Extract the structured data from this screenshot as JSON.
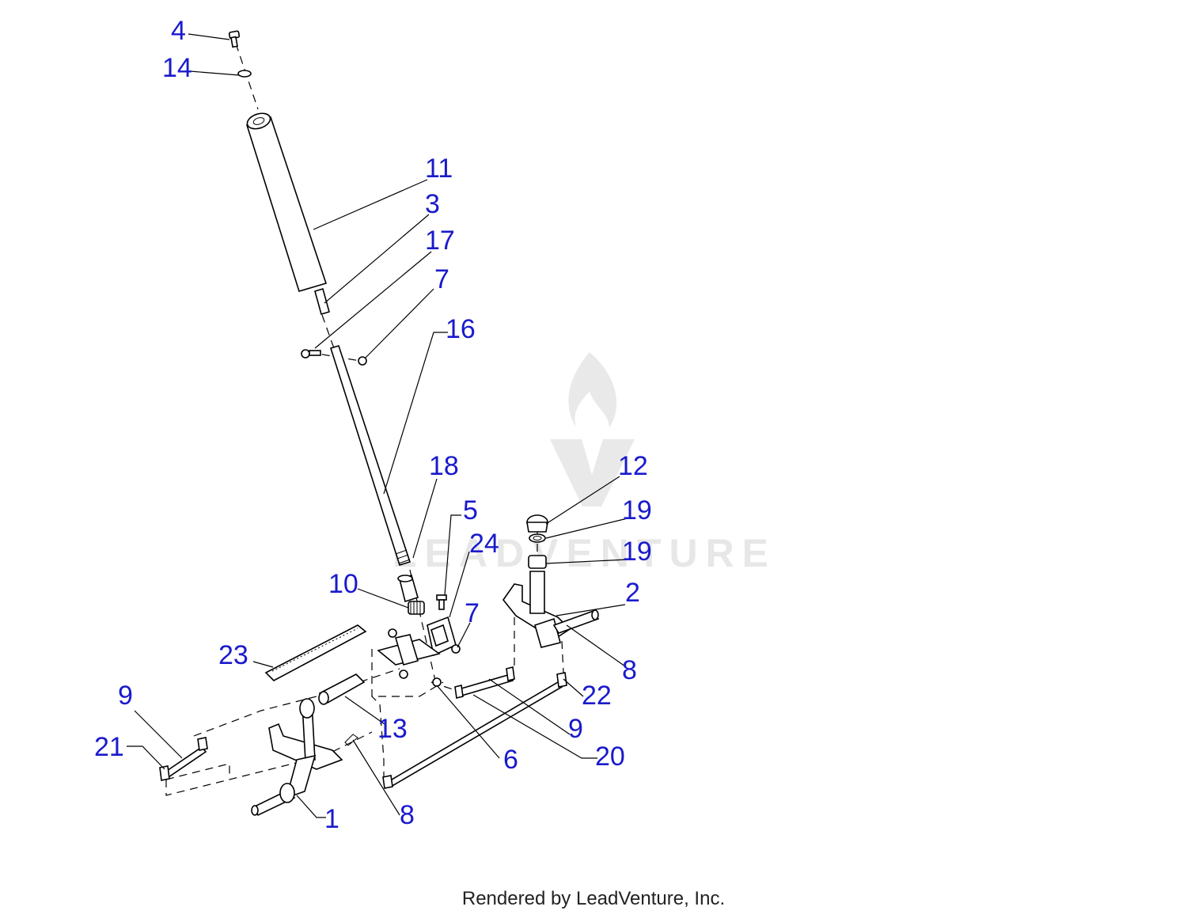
{
  "watermark": {
    "text": "LEADVENTURE",
    "logo_icon": "flame-v-logo-icon"
  },
  "callouts": [
    {
      "id": "c4",
      "label": "4"
    },
    {
      "id": "c14",
      "label": "14"
    },
    {
      "id": "c11",
      "label": "11"
    },
    {
      "id": "c3",
      "label": "3"
    },
    {
      "id": "c17",
      "label": "17"
    },
    {
      "id": "c7a",
      "label": "7"
    },
    {
      "id": "c16",
      "label": "16"
    },
    {
      "id": "c18",
      "label": "18"
    },
    {
      "id": "c5",
      "label": "5"
    },
    {
      "id": "c12",
      "label": "12"
    },
    {
      "id": "c19a",
      "label": "19"
    },
    {
      "id": "c24",
      "label": "24"
    },
    {
      "id": "c19b",
      "label": "19"
    },
    {
      "id": "c10",
      "label": "10"
    },
    {
      "id": "c2",
      "label": "2"
    },
    {
      "id": "c7b",
      "label": "7"
    },
    {
      "id": "c23",
      "label": "23"
    },
    {
      "id": "c8a",
      "label": "8"
    },
    {
      "id": "c9a",
      "label": "9"
    },
    {
      "id": "c22",
      "label": "22"
    },
    {
      "id": "c13",
      "label": "13"
    },
    {
      "id": "c9b",
      "label": "9"
    },
    {
      "id": "c21",
      "label": "21"
    },
    {
      "id": "c6",
      "label": "6"
    },
    {
      "id": "c20",
      "label": "20"
    },
    {
      "id": "c8b",
      "label": "8"
    },
    {
      "id": "c1",
      "label": "1"
    }
  ],
  "footer": {
    "text": "Rendered by LeadVenture, Inc."
  }
}
